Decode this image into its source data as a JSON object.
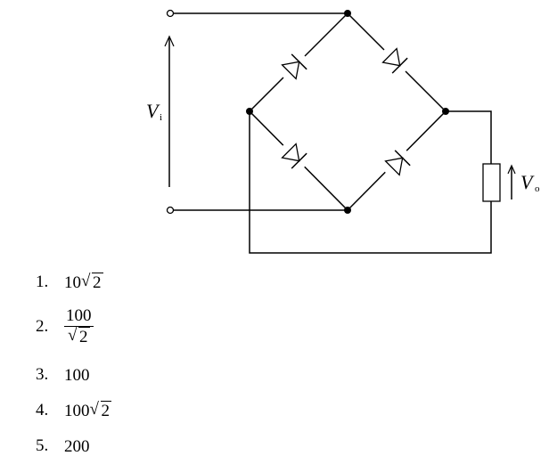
{
  "labels": {
    "input_main": "V",
    "input_sub": "i",
    "output_main": "V",
    "output_sub": "o"
  },
  "options": [
    {
      "number": "1.",
      "coef": "10",
      "radicand": "2"
    },
    {
      "number": "2.",
      "numerator": "100",
      "radicand": "2"
    },
    {
      "number": "3.",
      "text": "100"
    },
    {
      "number": "4.",
      "coef": "100",
      "radicand": "2"
    },
    {
      "number": "5.",
      "text": "200"
    }
  ]
}
